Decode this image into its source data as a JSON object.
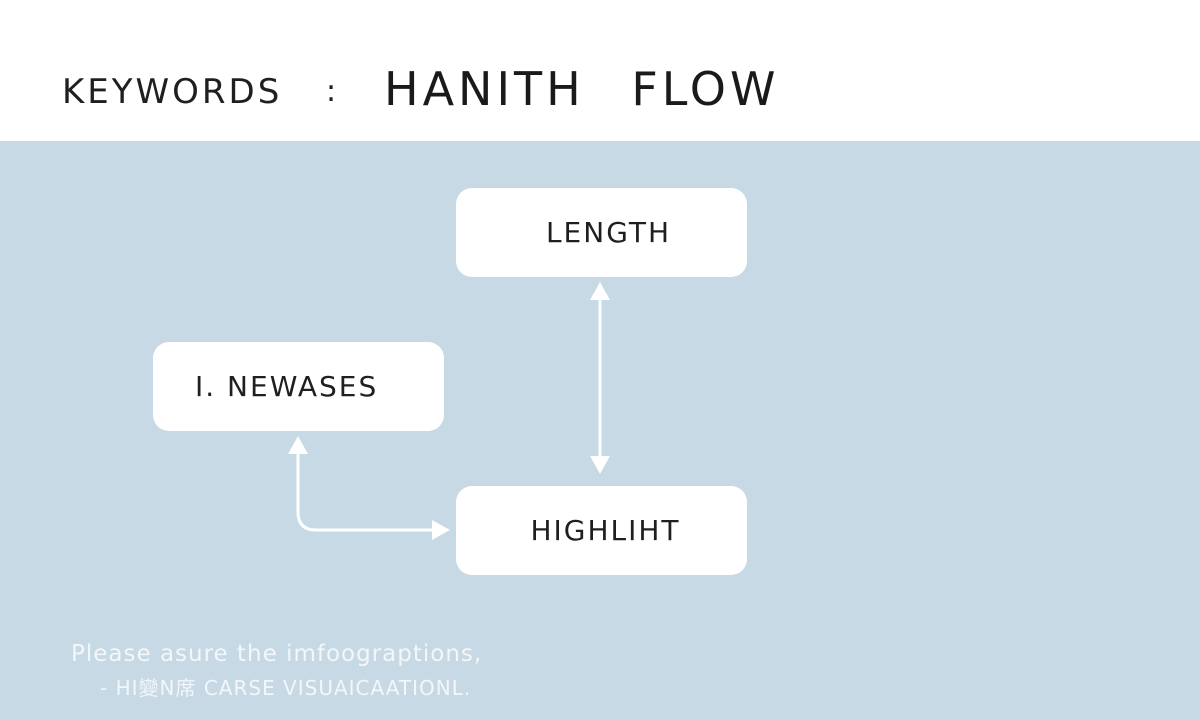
{
  "header": {
    "keywords_label": "KEYWORDS",
    "separator": ":",
    "title": "HANITH FLOW"
  },
  "diagram": {
    "nodes": {
      "length": "LENGTH",
      "newases": "I. NEWASES",
      "highliht": "HIGHLIHT"
    },
    "edges": [
      {
        "from": "length",
        "to": "highliht",
        "style": "bidirectional"
      },
      {
        "from": "newases",
        "to": "highliht",
        "style": "bidirectional-elbow"
      }
    ]
  },
  "footnote": {
    "line1": "Please asure the imfoograptions,",
    "line2": "- HI變N席 CARSE VISUAICAATIONL."
  },
  "colors": {
    "background": "#c6d9e4",
    "header": "#ffffff",
    "node": "#ffffff",
    "connector": "#ffffff",
    "text": "#1f1f1f"
  }
}
